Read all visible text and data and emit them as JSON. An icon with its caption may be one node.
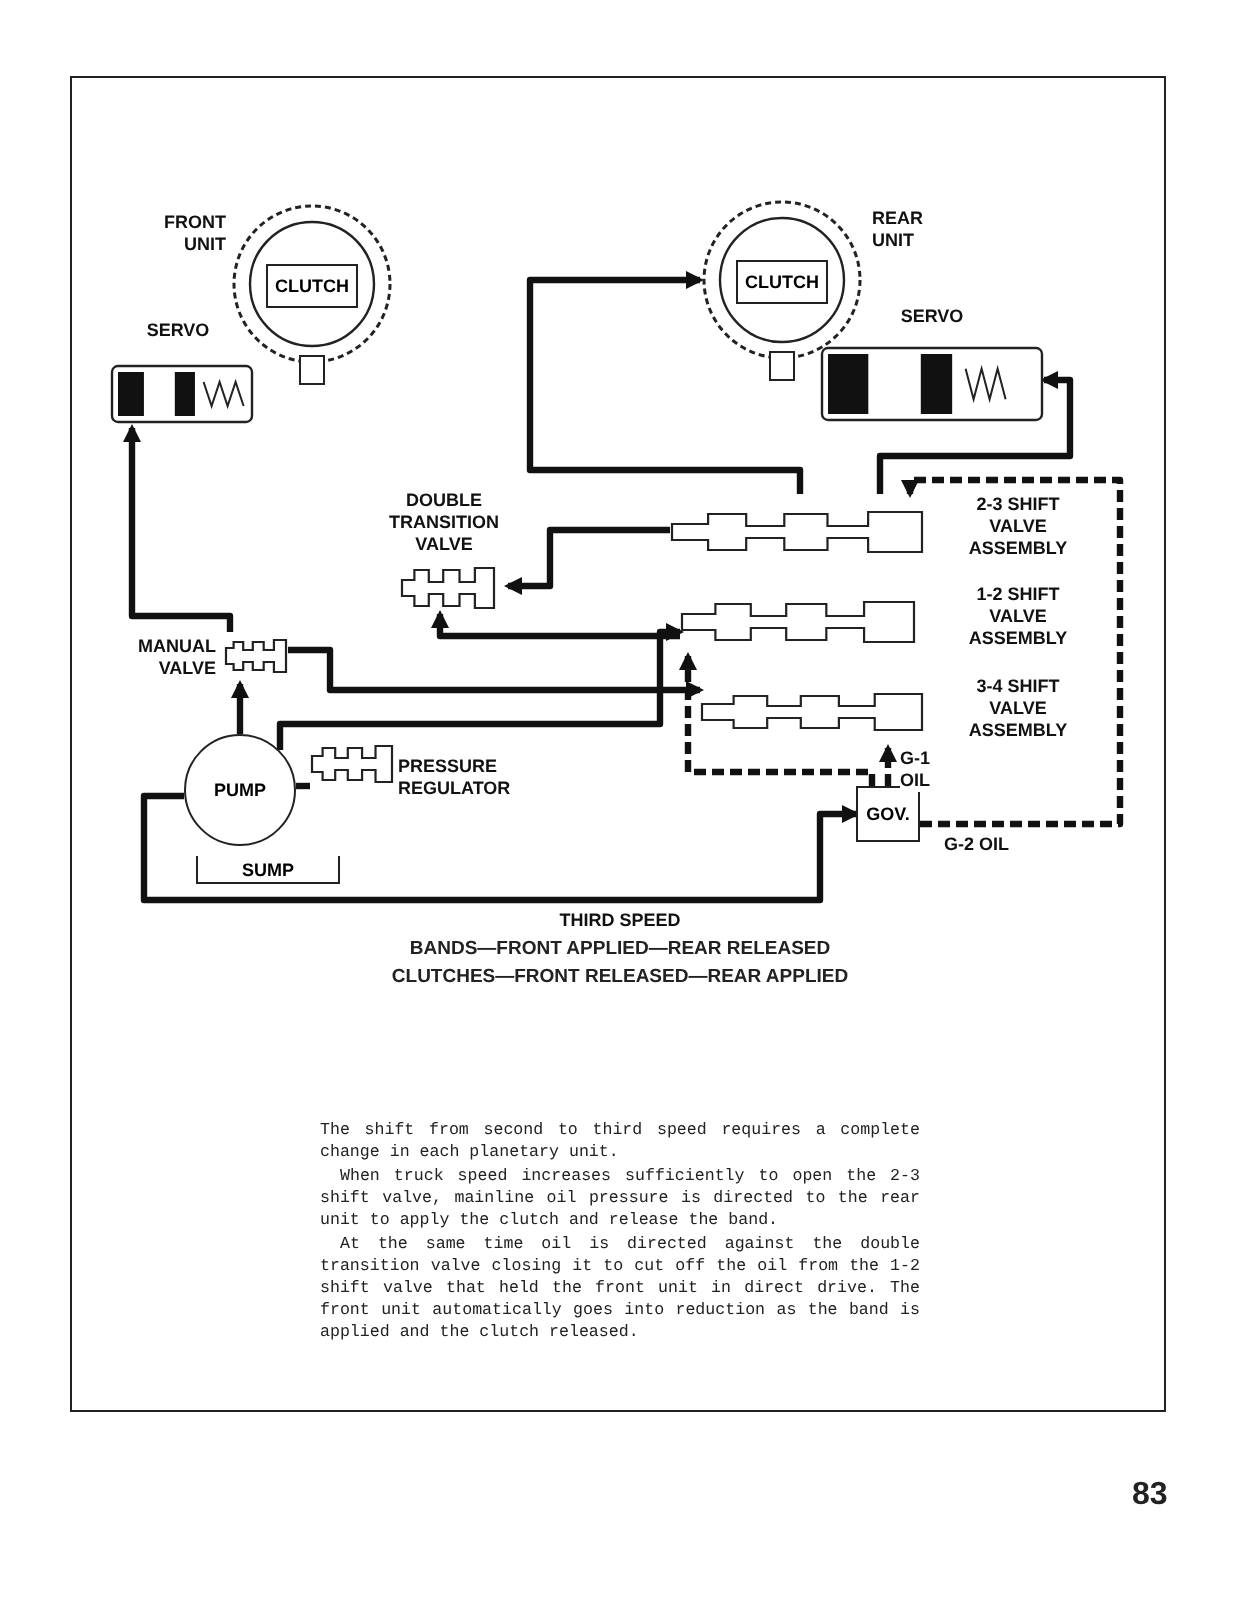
{
  "diagram": {
    "caption": "THIRD SPEED",
    "nodes": [
      {
        "text": [
          "FRONT UNIT"
        ]
      },
      {
        "text": [
          "CLUTCH"
        ],
        "in": 0
      },
      {
        "text": [
          "SERVO"
        ]
      },
      {
        "text": [
          "REAR UNIT"
        ]
      },
      {
        "text": [
          "CLUTCH"
        ],
        "in": 3
      },
      {
        "text": [
          "SERVO"
        ]
      },
      {
        "text": [
          "DOUBLE TRANSITION VALVE"
        ]
      },
      {
        "text": [
          "2-3 SHIFT VALVE ASSEMBLY"
        ]
      },
      {
        "text": [
          "1-2 SHIFT VALVE ASSEMBLY"
        ]
      },
      {
        "text": [
          "3-4 SHIFT VALVE ASSEMBLY"
        ]
      },
      {
        "text": [
          "MANUAL VALVE"
        ]
      },
      {
        "text": [
          "PUMP"
        ]
      },
      {
        "text": [
          "PRESSURE REGULATOR"
        ]
      },
      {
        "text": [
          "SUMP"
        ]
      },
      {
        "text": [
          "GOV."
        ]
      }
    ],
    "edges": [
      {
        "from": 11,
        "to": 10,
        "arrow": "to"
      },
      {
        "from": 10,
        "to": 2,
        "arrow": "to"
      },
      {
        "from": 10,
        "to": 9,
        "arrow": "to"
      },
      {
        "from": 11,
        "to": 12,
        "arrow": "none"
      },
      {
        "from": 11,
        "to": 14,
        "arrow": "to"
      },
      {
        "from": 11,
        "to": 8,
        "arrow": "to"
      },
      {
        "from": 7,
        "to": 3,
        "arrow": "to"
      },
      {
        "from": 7,
        "to": 5,
        "arrow": "to"
      },
      {
        "from": 7,
        "to": 6,
        "arrow": "to"
      },
      {
        "from": 8,
        "to": 6,
        "arrow": "to"
      },
      {
        "from": 14,
        "to": 7,
        "arrow": "to",
        "style": "dashed",
        "label": "G-2 OIL"
      },
      {
        "from": 14,
        "to": 9,
        "arrow": "to",
        "style": "dashed",
        "label": "G-1 OIL"
      },
      {
        "from": 14,
        "to": 8,
        "arrow": "to",
        "style": "dashed"
      }
    ],
    "labels": [
      "BANDS—FRONT APPLIED—REAR RELEASED",
      "CLUTCHES—FRONT RELEASED—REAR APPLIED",
      "The shift from second to third speed requires a complete change in each planetary unit.",
      "When truck speed increases sufficiently to open the 2-3 shift valve, mainline oil pressure is directed to the rear unit to apply the clutch and release the band.",
      "At the same time oil is directed against the double transition valve closing it to cut off the oil from the 1-2 shift valve that held the front unit in direct drive. The front unit automatically goes into reduction as the band is applied and the clutch released.",
      "83"
    ]
  }
}
